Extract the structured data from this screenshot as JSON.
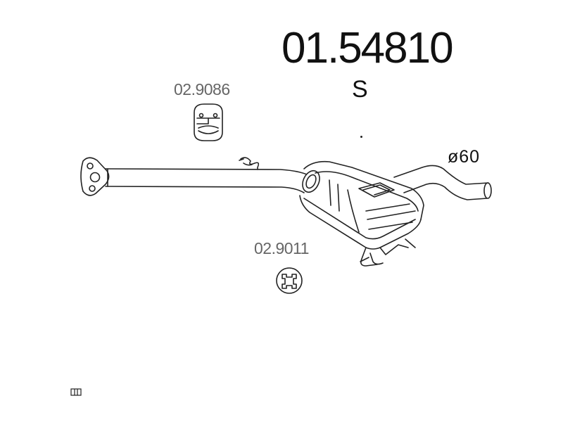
{
  "part_number": "01.54810",
  "variant_code": "S",
  "pipe_diameter": "ø60",
  "accessories": [
    {
      "code": "02.9086",
      "icon": "rubber-hanger-icon"
    },
    {
      "code": "02.9011",
      "icon": "rubber-mount-icon"
    }
  ],
  "colors": {
    "line": "#222222",
    "label_gray": "#666666"
  }
}
